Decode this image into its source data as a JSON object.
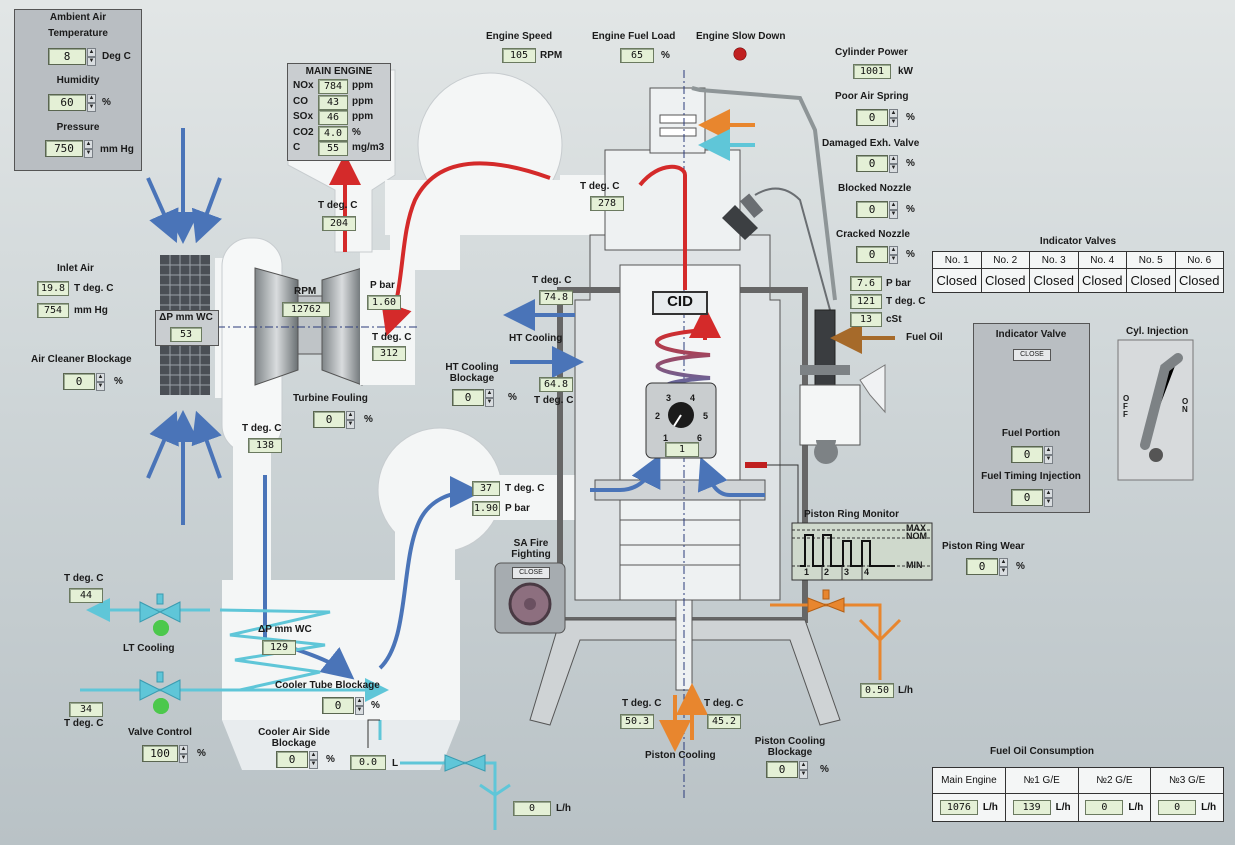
{
  "ambient": {
    "title": "Ambient Air",
    "temperature_label": "Temperature",
    "temperature": "8",
    "temperature_unit": "Deg C",
    "humidity_label": "Humidity",
    "humidity": "60",
    "humidity_unit": "%",
    "pressure_label": "Pressure",
    "pressure": "750",
    "pressure_unit": "mm Hg"
  },
  "main_engine": {
    "title": "MAIN ENGINE",
    "rows": [
      {
        "name": "NOx",
        "value": "784",
        "unit": "ppm"
      },
      {
        "name": "CO",
        "value": "43",
        "unit": "ppm"
      },
      {
        "name": "SOx",
        "value": "46",
        "unit": "ppm"
      },
      {
        "name": "CO2",
        "value": "4.0",
        "unit": "%"
      },
      {
        "name": "C",
        "value": "55",
        "unit": "mg/m3"
      }
    ]
  },
  "engine_speed": {
    "label": "Engine Speed",
    "value": "105",
    "unit": "RPM"
  },
  "engine_fuel_load": {
    "label": "Engine Fuel Load",
    "value": "65",
    "unit": "%"
  },
  "engine_slow_down": {
    "label": "Engine Slow Down",
    "color": "#c02020"
  },
  "cylinder_power": {
    "label": "Cylinder Power",
    "value": "1001",
    "unit": "kW"
  },
  "poor_air_spring": {
    "label": "Poor Air Spring",
    "value": "0",
    "unit": "%"
  },
  "damaged_exh_valve": {
    "label": "Damaged Exh. Valve",
    "value": "0",
    "unit": "%"
  },
  "blocked_nozzle": {
    "label": "Blocked Nozzle",
    "value": "0",
    "unit": "%"
  },
  "cracked_nozzle": {
    "label": "Cracked Nozzle",
    "value": "0",
    "unit": "%"
  },
  "fuel": {
    "p_value": "7.6",
    "p_unit": "P bar",
    "t_value": "121",
    "t_unit": "T deg. C",
    "visc_value": "13",
    "visc_unit": "cSt",
    "fuel_oil_label": "Fuel Oil"
  },
  "indicator_valves": {
    "title": "Indicator Valves",
    "headers": [
      "No. 1",
      "No. 2",
      "No. 3",
      "No. 4",
      "No. 5",
      "No. 6"
    ],
    "states": [
      "Closed",
      "Closed",
      "Closed",
      "Closed",
      "Closed",
      "Closed"
    ]
  },
  "indicator_valve_panel": {
    "title": "Indicator Valve",
    "close_label": "CLOSE",
    "fuel_portion_label": "Fuel Portion",
    "fuel_portion": "0",
    "fuel_timing_label": "Fuel Timing Injection",
    "fuel_timing": "0"
  },
  "cyl_injection": {
    "title": "Cyl. Injection",
    "off_label": "OFF",
    "on_label": "ON"
  },
  "inlet_air": {
    "title": "Inlet Air",
    "t_value": "19.8",
    "t_unit": "T deg. C",
    "p_value": "754",
    "p_unit": "mm Hg"
  },
  "air_cleaner": {
    "label": "Air Cleaner Blockage",
    "value": "0",
    "unit": "%",
    "dp_label": "ΔP mm WC",
    "dp_value": "53"
  },
  "turbo": {
    "rpm_label": "RPM",
    "rpm_value": "12762",
    "p_label": "P bar",
    "p_value": "1.60",
    "t_label": "T deg. C",
    "t_value": "312"
  },
  "exhaust_top_t": {
    "label": "T deg. C",
    "value": "204"
  },
  "exhaust_manifold_t": {
    "label": "T deg. C",
    "value": "278"
  },
  "turbine_fouling": {
    "label": "Turbine Fouling",
    "value": "0",
    "unit": "%"
  },
  "ht_cooling": {
    "out_label": "T deg. C",
    "out_value": "74.8",
    "label": "HT Cooling",
    "in_value": "64.8",
    "in_label": "T deg. C",
    "blockage_label": "HT Cooling Blockage",
    "blockage": "0",
    "blockage_unit": "%"
  },
  "cid": {
    "label": "CID",
    "selector_value": "1",
    "dial_numbers": [
      "1",
      "2",
      "3",
      "4",
      "5",
      "6"
    ]
  },
  "scav_air": {
    "t_value": "37",
    "t_label": "T deg. C",
    "p_value": "1.90",
    "p_label": "P bar"
  },
  "compressor_out_t": {
    "label": "T deg. C",
    "value": "138"
  },
  "sa_fire": {
    "label": "SA Fire Fighting",
    "close_label": "CLOSE"
  },
  "lt_cooling": {
    "t_out_label": "T deg. C",
    "t_out_value": "44",
    "label": "LT Cooling",
    "t_in_value": "34",
    "t_in_label": "T deg. C"
  },
  "valve_control": {
    "label": "Valve Control",
    "value": "100",
    "unit": "%"
  },
  "cooler": {
    "dp_label": "ΔP mm WC",
    "dp_value": "129",
    "tube_blockage_label": "Cooler Tube Blockage",
    "tube_blockage": "0",
    "tube_unit": "%",
    "air_side_label": "Cooler Air Side Blockage",
    "air_side": "0",
    "air_side_unit": "%",
    "level_value": "0.0",
    "level_unit": "L",
    "drain_value": "0",
    "drain_unit": "L/h"
  },
  "piston_ring_monitor": {
    "title": "Piston Ring Monitor",
    "max": "MAX",
    "nom": "NOM",
    "min": "MIN",
    "cyl": [
      "1",
      "2",
      "3",
      "4"
    ]
  },
  "piston_ring_wear": {
    "label": "Piston Ring Wear",
    "value": "0",
    "unit": "%"
  },
  "cyl_oil_flow": {
    "value": "0.50",
    "unit": "L/h"
  },
  "piston_cooling": {
    "t1_label": "T deg. C",
    "t1_value": "50.3",
    "t2_label": "T deg. C",
    "t2_value": "45.2",
    "label": "Piston Cooling",
    "blockage_label": "Piston Cooling Blockage",
    "blockage": "0",
    "blockage_unit": "%"
  },
  "fuel_oil_consumption": {
    "title": "Fuel Oil Consumption",
    "headers": [
      "Main Engine",
      "№1 G/E",
      "№2 G/E",
      "№3 G/E"
    ],
    "values": [
      "1076",
      "139",
      "0",
      "0"
    ],
    "unit": "L/h"
  },
  "colors": {
    "hot": "#d42a2a",
    "cold": "#4a74b8",
    "water": "#5fc6d8",
    "oil": "#e8862e",
    "ok_lamp": "#4cc84c"
  }
}
